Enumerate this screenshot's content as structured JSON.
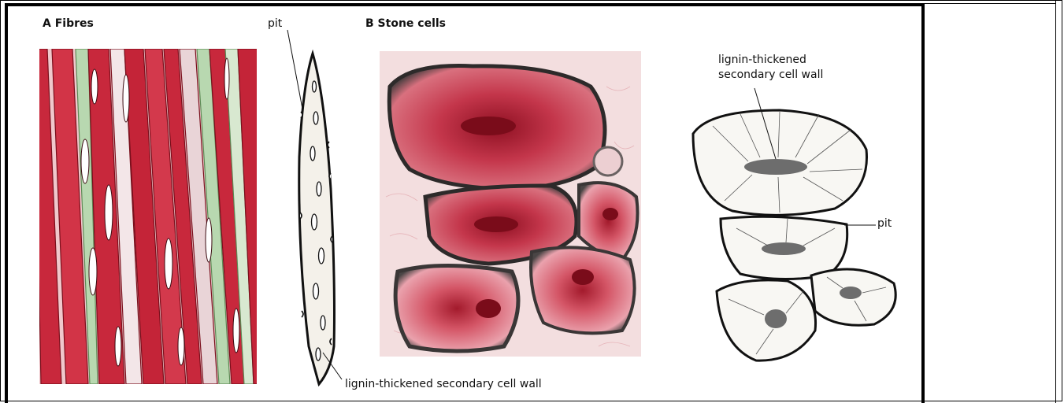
{
  "section_a": {
    "heading": "A  Fibres"
  },
  "section_b": {
    "heading": "B  Stone cells"
  },
  "labels": {
    "pit_top": "pit",
    "fibre_wall": "lignin-thickened secondary cell wall",
    "stone_wall_line1": "lignin-thickened",
    "stone_wall_line2": "secondary cell wall",
    "pit_right": "pit"
  },
  "colors": {
    "stain_red": "#c8283c",
    "stain_green": "#b8d8b0",
    "outline": "#111111"
  }
}
